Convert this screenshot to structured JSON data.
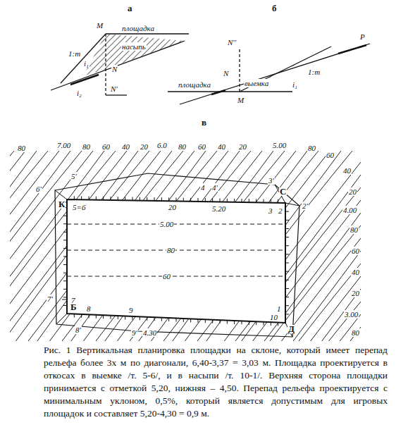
{
  "diagram": {
    "caption": "Рис. 1 Вертикальная планировка площадки на склоне, который имеет перепад рельефа более 3х м по диагонали, 6,40-3,37 = 3,03 м. Площадка проектируется в откосах в выемке /т. 5-6/, и в насыпи /т. 10-1/. Верхняя сторона площадки принимается с отметкой 5,20, нижняя – 4,50. Перепад рельефа проектируется с минимальным уклоном, 0,5%, который является допустимым для игровых площадок и составляет 5,20-4,30 = 0,9 м.",
    "labels": [
      "а",
      "б",
      "в",
      "М",
      "площадка",
      "насыпь",
      "1:m",
      "i₁",
      "N",
      "N'",
      "i₂",
      "N''",
      "P",
      "N",
      "1:m",
      "площадка",
      "выемка",
      "i₁",
      "М",
      "80",
      "7.00",
      "80",
      "60",
      "40",
      "20",
      "6.0",
      "80",
      "60",
      "40",
      "20",
      "5.00",
      "80",
      "60",
      "40",
      "20",
      "4.00",
      "80",
      "60",
      "40",
      "20",
      "3.00",
      "80",
      "6'",
      "К",
      "5=6",
      "5'",
      "20",
      "4",
      "4'",
      "5.20",
      "3'",
      "С",
      "3",
      "2",
      "2'",
      "5.00",
      "80",
      "60",
      "7'",
      "7",
      "Б",
      "8",
      "9",
      "8'",
      "9'",
      "4.30",
      "1",
      "10",
      "Д"
    ]
  }
}
